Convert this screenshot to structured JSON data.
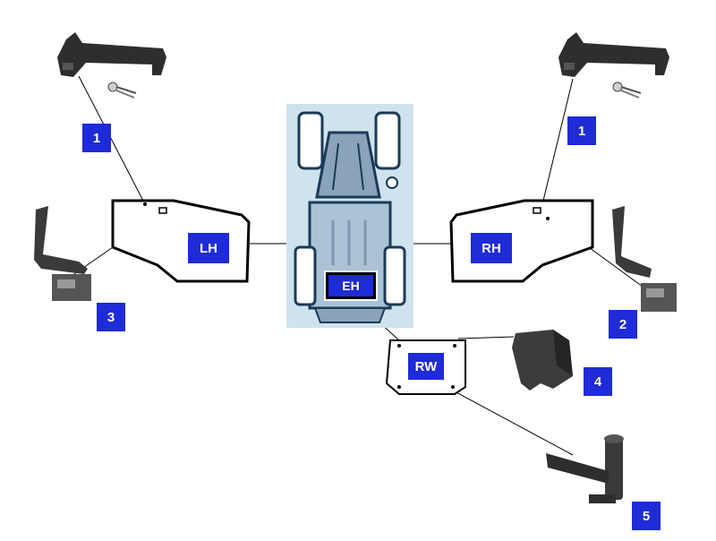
{
  "zones": {
    "left": "LH",
    "right": "RH",
    "rear": "RW",
    "center": "EH"
  },
  "callouts": [
    "1",
    "1",
    "2",
    "3",
    "4",
    "5"
  ],
  "colors": {
    "badge": "#1f2bd6",
    "tractor_panel": "#cfe3ef",
    "part": "#2e2e2e"
  },
  "icons": [
    "door-handle-icon",
    "key-icon",
    "door-latch-icon",
    "rear-hinge-icon",
    "hinge-bracket-icon"
  ]
}
